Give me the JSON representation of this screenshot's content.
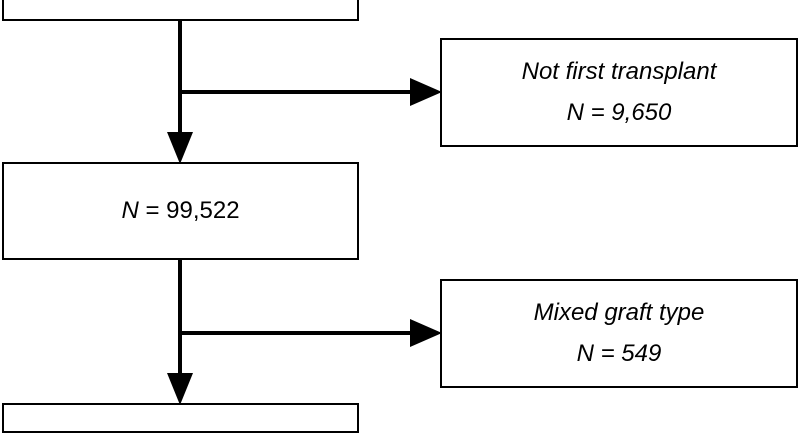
{
  "flowchart": {
    "main_box": {
      "n_symbol": "N",
      "equals": " = ",
      "value": "99,522"
    },
    "exclusions": [
      {
        "label": "Not first transplant",
        "count_text": "N = 9,650"
      },
      {
        "label": "Mixed graft type",
        "count_text": "N = 549"
      }
    ],
    "colors": {
      "stroke": "#000000",
      "box_fill": "#ffffff",
      "background": "#ffffff"
    }
  }
}
